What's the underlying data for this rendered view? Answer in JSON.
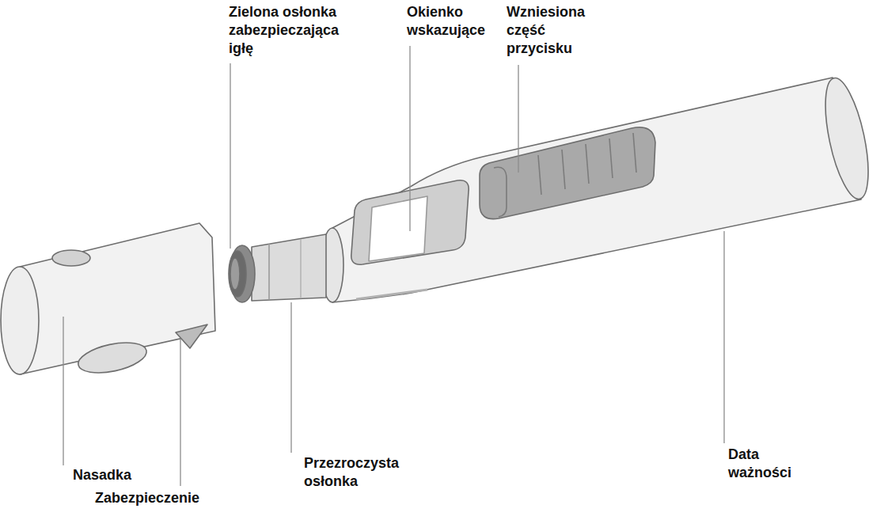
{
  "diagram": {
    "labels": [
      "Zielona osłonka zabezpieczająca igłę",
      "Okienko wskazujące",
      "Wzniesiona część przycisku",
      "Nasadka",
      "Zabezpieczenie",
      "Przezroczysta osłonka",
      "Data ważności"
    ]
  }
}
